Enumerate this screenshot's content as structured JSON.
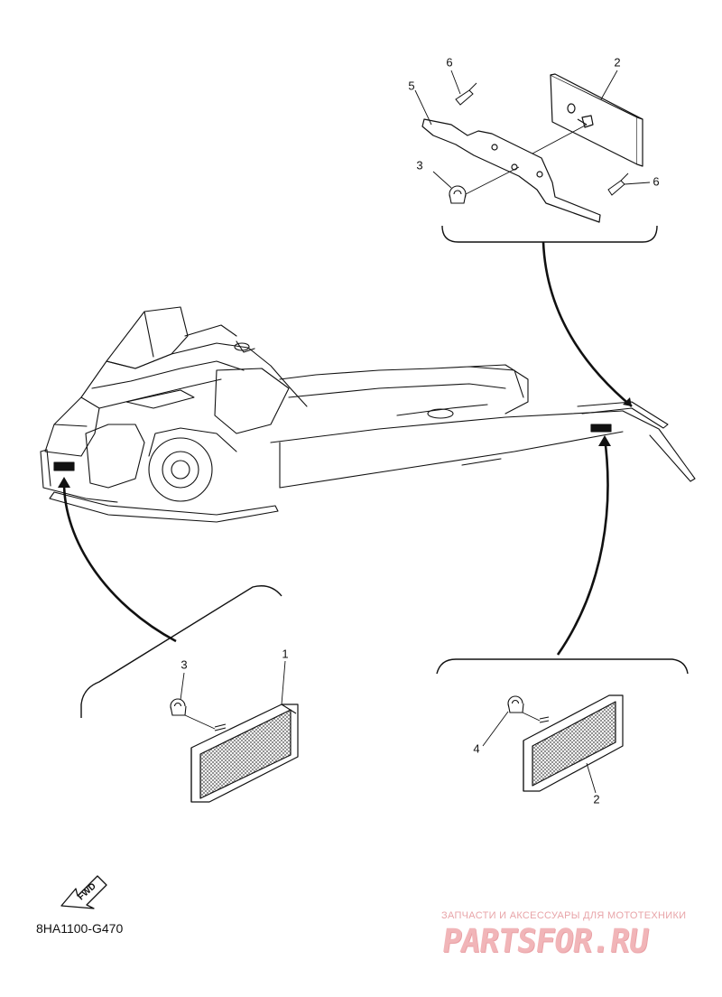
{
  "diagram": {
    "code": "8HA1100-G470",
    "fwd_label": "FWD",
    "callouts": {
      "top_2": "2",
      "top_3": "3",
      "top_5": "5",
      "top_6a": "6",
      "top_6b": "6",
      "left_1": "1",
      "left_3": "3",
      "right_2": "2",
      "right_4": "4"
    }
  },
  "watermark": {
    "subtitle": "ЗАПЧАСТИ И АКСЕССУАРЫ ДЛЯ МОТОТЕХНИКИ",
    "brand": "PARTSFOR.RU",
    "color": "#f1b5b8"
  },
  "colors": {
    "line": "#111111",
    "fill": "#ffffff"
  }
}
